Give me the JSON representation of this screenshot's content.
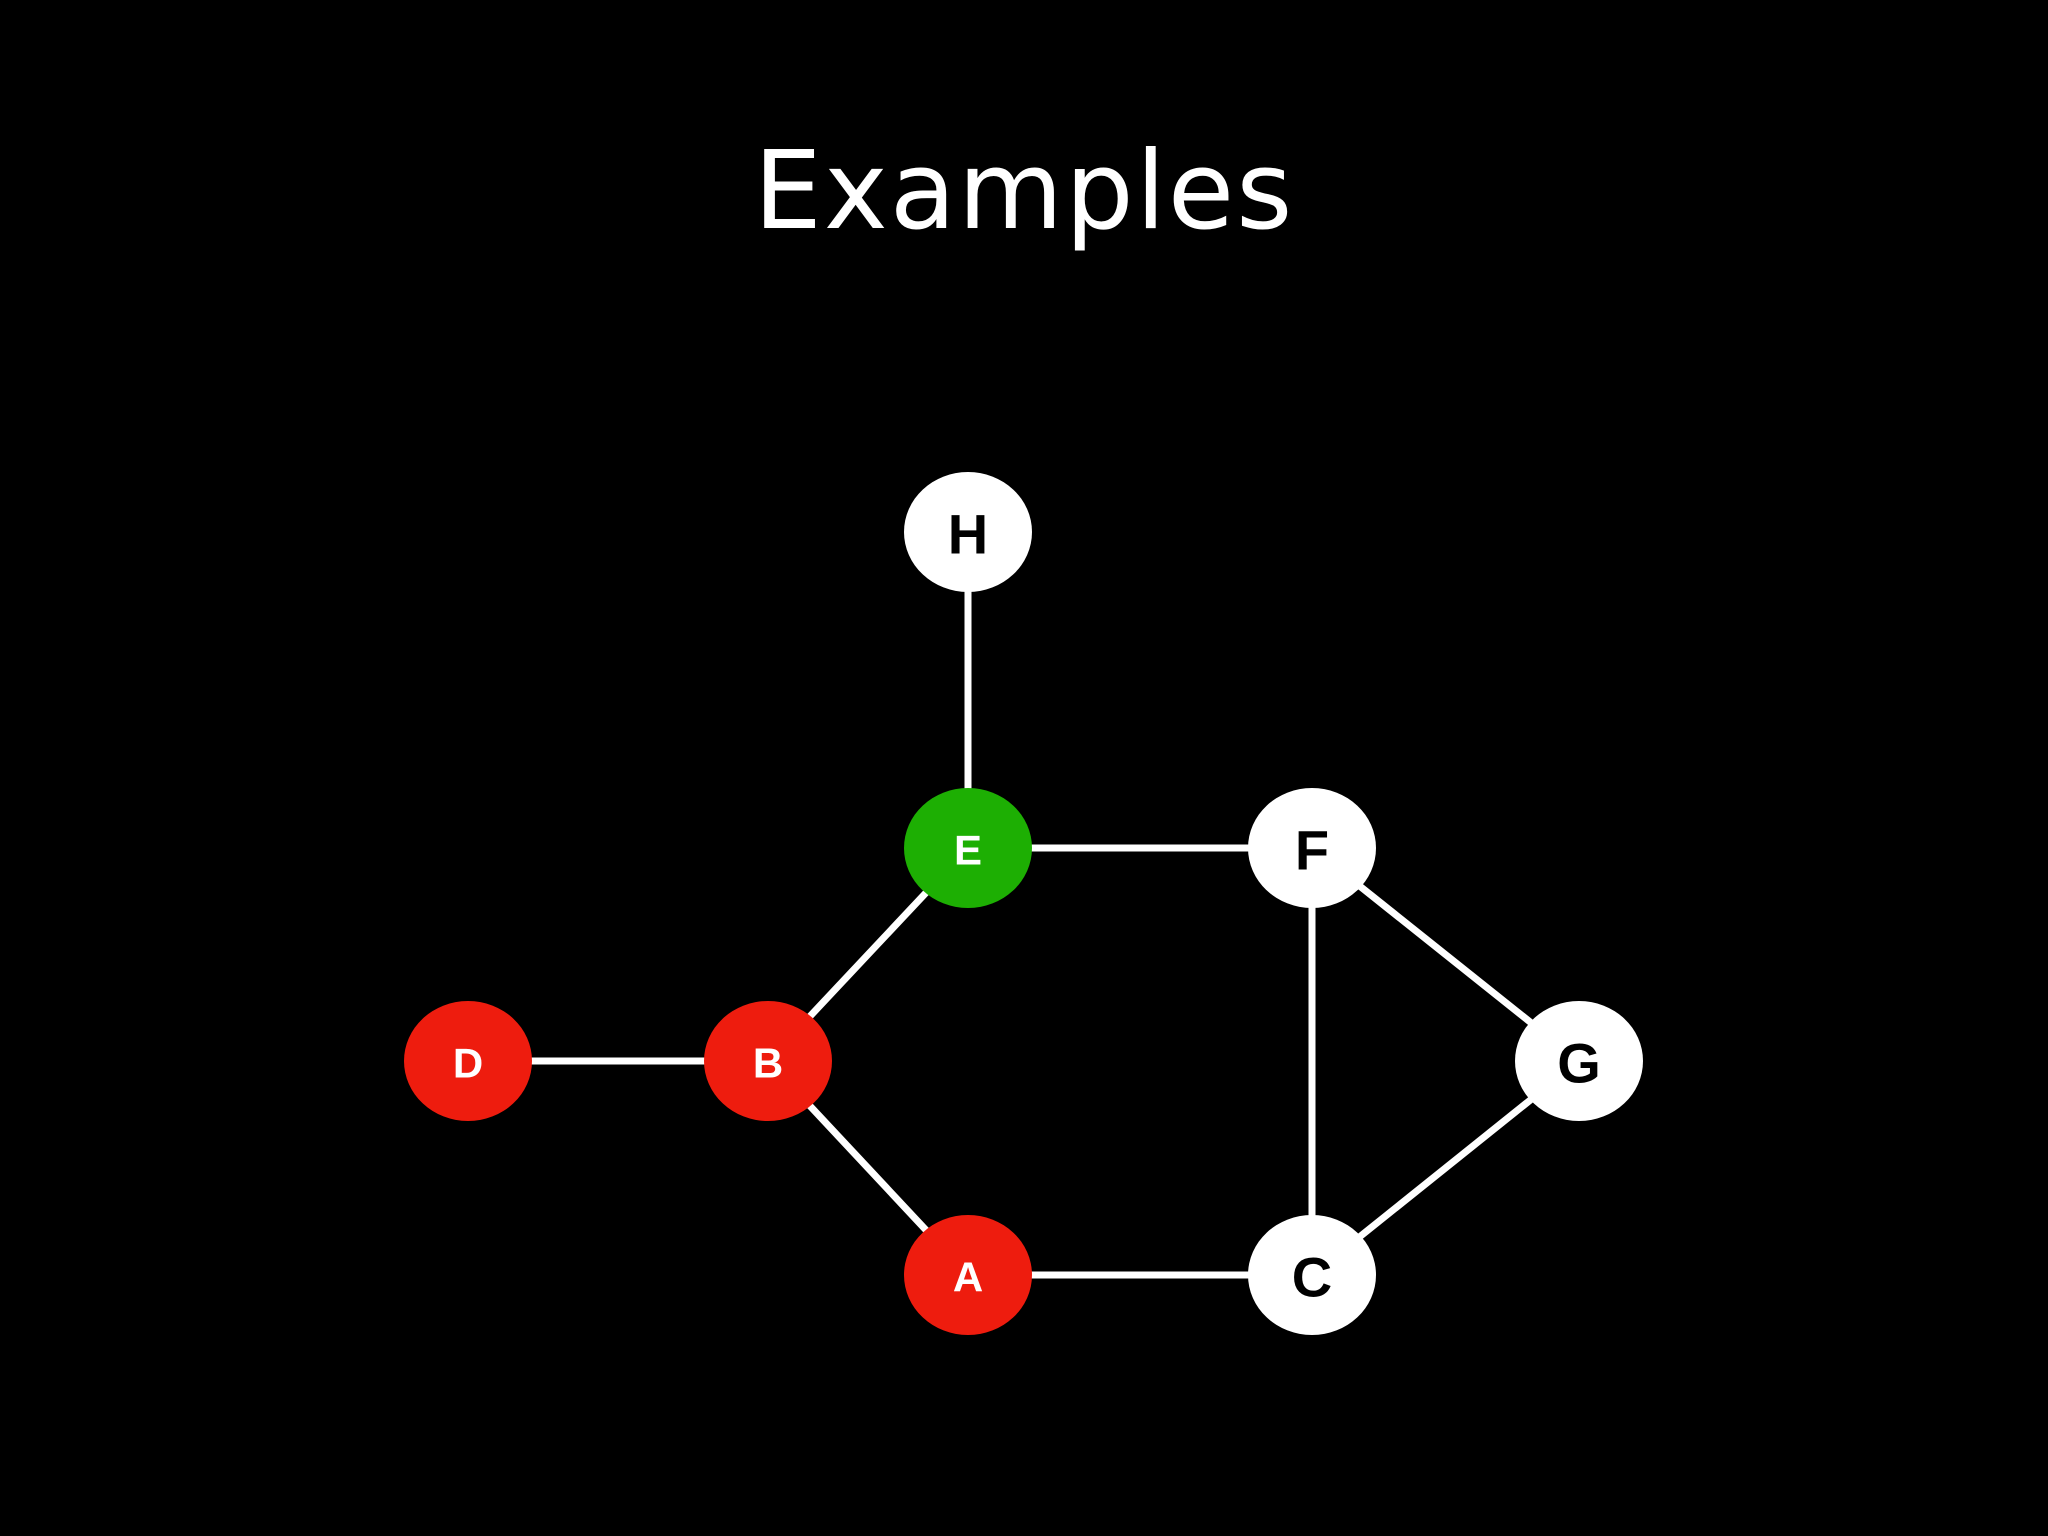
{
  "title": "Examples",
  "colors": {
    "background": "#000000",
    "edge": "#ffffff",
    "default_node": "#ffffff",
    "red_node": "#ee1c0e",
    "green_node": "#1daf03"
  },
  "nodes": [
    {
      "id": "H",
      "label": "H",
      "fill": "#ffffff",
      "text_color": "#000000"
    },
    {
      "id": "E",
      "label": "E",
      "fill": "#1daf03",
      "text_color": "#ffffff"
    },
    {
      "id": "F",
      "label": "F",
      "fill": "#ffffff",
      "text_color": "#000000"
    },
    {
      "id": "D",
      "label": "D",
      "fill": "#ee1c0e",
      "text_color": "#ffffff"
    },
    {
      "id": "B",
      "label": "B",
      "fill": "#ee1c0e",
      "text_color": "#ffffff"
    },
    {
      "id": "G",
      "label": "G",
      "fill": "#ffffff",
      "text_color": "#000000"
    },
    {
      "id": "A",
      "label": "A",
      "fill": "#ee1c0e",
      "text_color": "#ffffff"
    },
    {
      "id": "C",
      "label": "C",
      "fill": "#ffffff",
      "text_color": "#000000"
    }
  ],
  "edges": [
    [
      "H",
      "E"
    ],
    [
      "E",
      "F"
    ],
    [
      "E",
      "B"
    ],
    [
      "D",
      "B"
    ],
    [
      "B",
      "A"
    ],
    [
      "A",
      "C"
    ],
    [
      "F",
      "C"
    ],
    [
      "F",
      "G"
    ],
    [
      "G",
      "C"
    ]
  ]
}
